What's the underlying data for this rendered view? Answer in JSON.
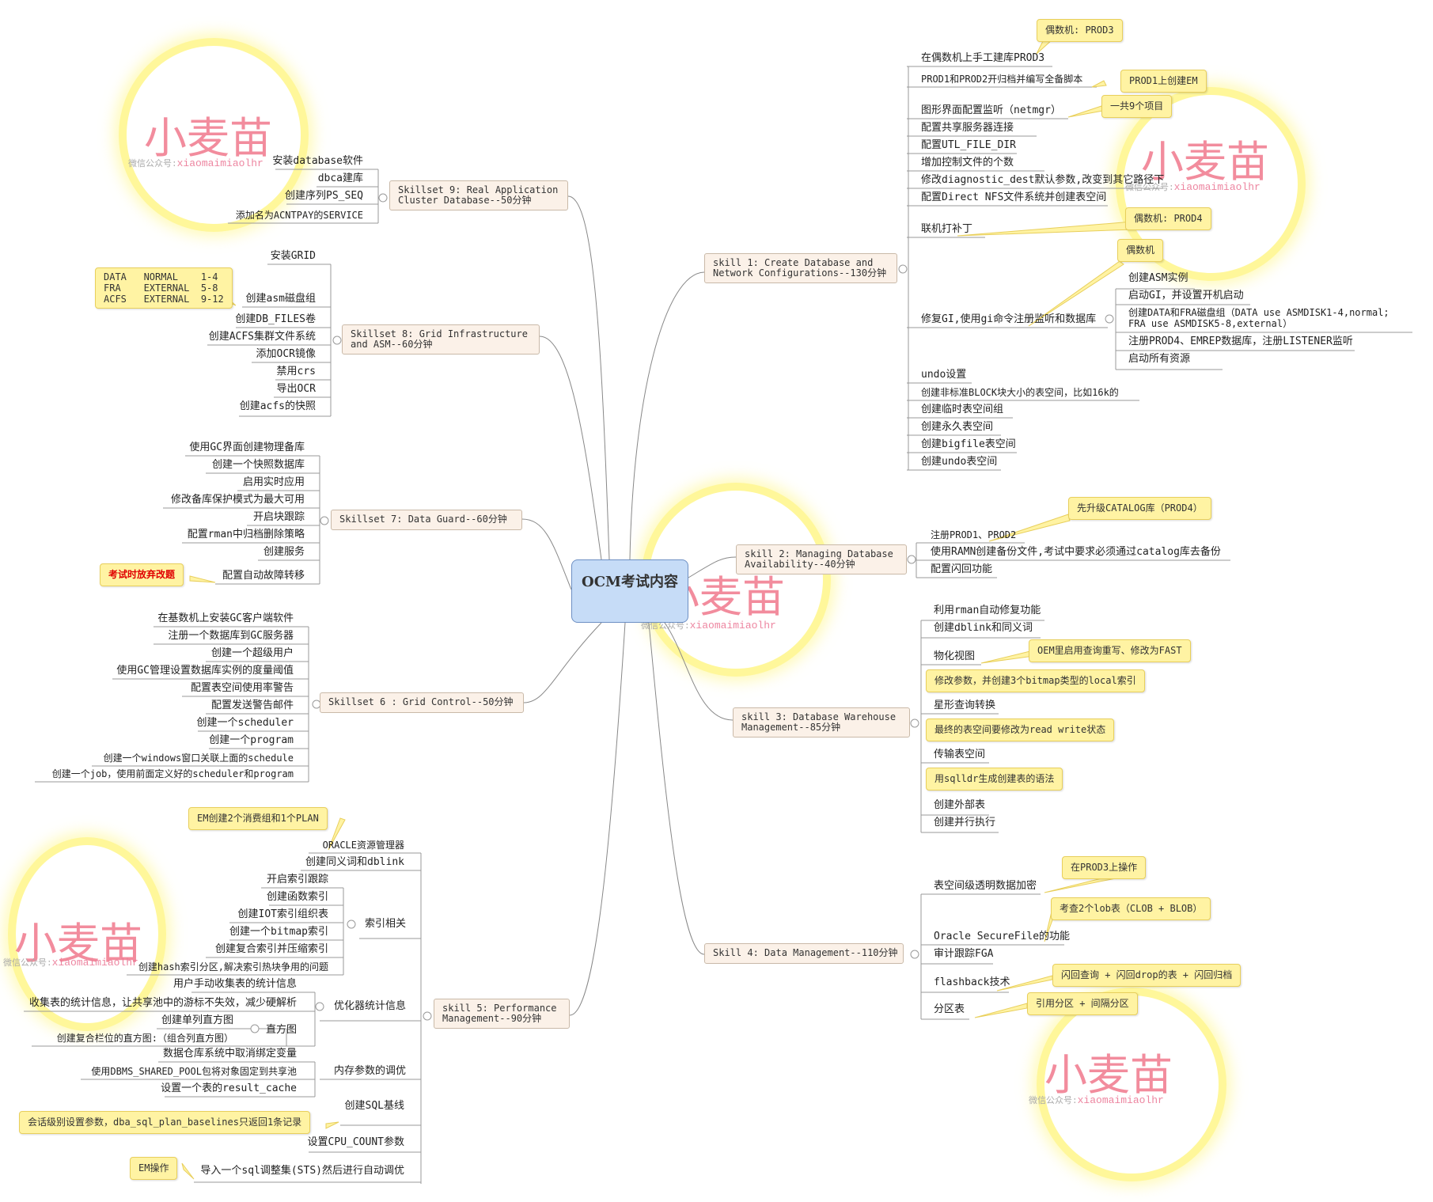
{
  "center": {
    "title": "OCM考试内容"
  },
  "watermark": {
    "title": "小麦苗",
    "prefix": "微信公众号:",
    "handle": "xiaomaimiaolhr"
  },
  "branches": {
    "s1": {
      "label": "skill 1: Create Database and\nNetwork Configurations--130分钟",
      "items": [
        "在偶数机上手工建库PROD3",
        "PROD1和PROD2开归档并编写全备脚本",
        "图形界面配置监听（netmgr）",
        "配置共享服务器连接",
        "配置UTL_FILE_DIR",
        "增加控制文件的个数",
        "修改diagnostic_dest默认参数,改变到其它路径下",
        "配置Direct NFS文件系统并创建表空间",
        "联机打补丁",
        "修复GI,使用gi命令注册监听和数据库",
        "undo设置",
        "创建非标准BLOCK块大小的表空间，比如16k的",
        "创建临时表空间组",
        "创建永久表空间",
        "创建bigfile表空间",
        "创建undo表空间"
      ],
      "gi_sub": [
        "创建ASM实例",
        "启动GI，并设置开机启动",
        "创建DATA和FRA磁盘组（DATA use ASMDISK1-4,normal;\nFRA use ASMDISK5-8,external）",
        "注册PROD4、EMREP数据库，注册LISTENER监听",
        "启动所有资源"
      ],
      "notes": [
        "偶数机: PROD3",
        "PROD1上创建EM",
        "一共9个项目",
        "偶数机: PROD4",
        "偶数机"
      ]
    },
    "s2": {
      "label": "skill 2: Managing Database\nAvailability--40分钟",
      "items": [
        "注册PROD1、PROD2",
        "使用RAMN创建备份文件,考试中要求必须通过catalog库去备份",
        "配置闪回功能"
      ],
      "notes": [
        "先升级CATALOG库（PROD4）"
      ]
    },
    "s3": {
      "label": "skill 3: Database Warehouse\nManagement--85分钟",
      "items": [
        "利用rman自动修复功能",
        "创建dblink和同义词",
        "物化视图",
        "星形查询转换",
        "传输表空间",
        "创建外部表",
        "创建并行执行"
      ],
      "notes": [
        "OEM里启用查询重写、修改为FAST",
        "修改参数，并创建3个bitmap类型的local索引",
        "最终的表空间要修改为read write状态",
        "用sqlldr生成创建表的语法"
      ]
    },
    "s4": {
      "label": "Skill 4: Data Management--110分钟",
      "items": [
        "表空间级透明数据加密",
        "Oracle SecureFile的功能",
        "审计跟踪FGA",
        "flashback技术",
        "分区表"
      ],
      "notes": [
        "在PROD3上操作",
        "考查2个lob表（CLOB + BLOB）",
        "闪回查询 + 闪回drop的表 + 闪回归档",
        "引用分区 + 间隔分区"
      ]
    },
    "s5": {
      "label": "skill 5: Performance\nManagement--90分钟",
      "items": [
        "ORACLE资源管理器",
        "创建同义词和dblink",
        "索引相关",
        "优化器统计信息",
        "内存参数的调优",
        "创建SQL基线",
        "设置CPU_COUNT参数",
        "导入一个sql调整集(STS)然后进行自动调优"
      ],
      "index_sub": [
        "开启索引跟踪",
        "创建函数索引",
        "创建IOT索引组织表",
        "创建一个bitmap索引",
        "创建复合索引并压缩索引",
        "创建hash索引分区,解决索引热块争用的问题"
      ],
      "stats_sub": [
        "用户手动收集表的统计信息",
        "收集表的统计信息，让共享池中的游标不失效，减少硬解析",
        "直方图"
      ],
      "hist_sub": [
        "创建单列直方图",
        "创建复合栏位的直方图:（组合列直方图）"
      ],
      "mem_sub": [
        "数据仓库系统中取消绑定变量",
        "使用DBMS_SHARED_POOL包将对象固定到共享池",
        "设置一个表的result_cache"
      ],
      "notes": [
        "EM创建2个消费组和1个PLAN",
        "会话级别设置参数，dba_sql_plan_baselines只返回1条记录",
        "EM操作"
      ]
    },
    "s6": {
      "label": "Skillset 6 : Grid Control--50分钟",
      "items": [
        "在基数机上安装GC客户端软件",
        "注册一个数据库到GC服务器",
        "创建一个超级用户",
        "使用GC管理设置数据库实例的度量阈值",
        "配置表空间使用率警告",
        "配置发送警告邮件",
        "创建一个scheduler",
        "创建一个program",
        "创建一个windows窗口关联上面的schedule",
        "创建一个job，使用前面定义好的scheduler和program"
      ]
    },
    "s7": {
      "label": "Skillset 7: Data Guard--60分钟",
      "items": [
        "使用GC界面创建物理备库",
        "创建一个快照数据库",
        "启用实时应用",
        "修改备库保护模式为最大可用",
        "开启块跟踪",
        "配置rman中归档删除策略",
        "创建服务",
        "配置自动故障转移"
      ],
      "notes": [
        "考试时放弃改题"
      ]
    },
    "s8": {
      "label": "Skillset 8: Grid Infrastructure\nand ASM--60分钟",
      "items": [
        "安装GRID",
        "创建asm磁盘组",
        "创建DB_FILES卷",
        "创建ACFS集群文件系统",
        "添加OCR镜像",
        "禁用crs",
        "导出OCR",
        "创建acfs的快照"
      ],
      "notes": [
        "DATA   NORMAL    1-4\nFRA    EXTERNAL  5-8\nACFS   EXTERNAL  9-12"
      ]
    },
    "s9": {
      "label": "Skillset 9: Real Application\nCluster Database--50分钟",
      "items": [
        "安装database软件",
        "dbca建库",
        "创建序列PS_SEQ",
        "添加名为ACNTPAY的SERVICE"
      ]
    }
  }
}
